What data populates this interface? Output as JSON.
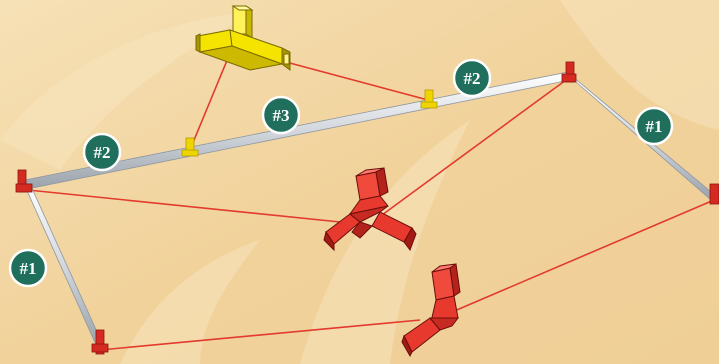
{
  "diagram": {
    "badges": [
      {
        "id": "left-side",
        "label": "#1"
      },
      {
        "id": "right-side",
        "label": "#1"
      },
      {
        "id": "back-left-segment",
        "label": "#2"
      },
      {
        "id": "back-right-segment",
        "label": "#2"
      },
      {
        "id": "back-center-segment",
        "label": "#3"
      }
    ],
    "connectors": [
      {
        "id": "t-connector",
        "color": "#f5e400"
      },
      {
        "id": "three-way-connector",
        "color": "#e8392f"
      },
      {
        "id": "corner-connector",
        "color": "#e8392f"
      }
    ],
    "colors": {
      "background": "#f3d9a6",
      "badge_fill": "#1f6f5c",
      "rod": "#d8dde3",
      "leader_line": "#e23a2c",
      "small_yellow_fitting": "#f0d400",
      "small_red_fitting": "#d42a22"
    }
  }
}
